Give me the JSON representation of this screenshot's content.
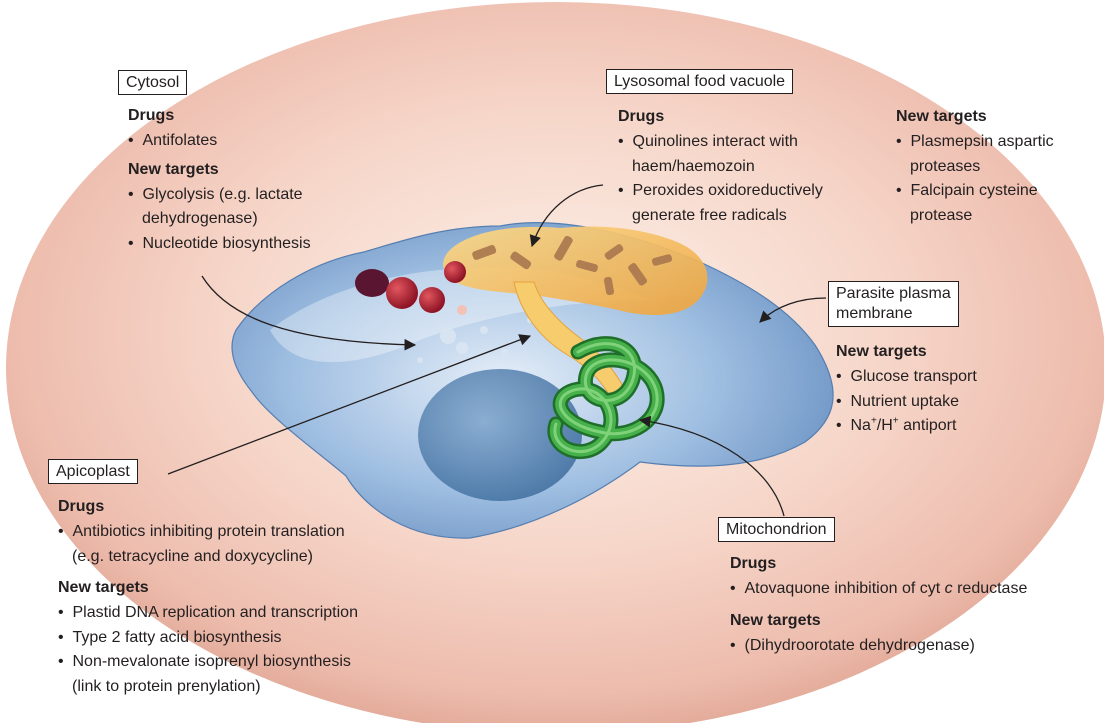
{
  "cytosol": {
    "label": "Cytosol",
    "drugs_heading": "Drugs",
    "drugs": [
      "Antifolates"
    ],
    "targets_heading": "New targets",
    "targets": [
      "Glycolysis (e.g. lactate",
      "dehydrogenase)",
      "Nucleotide biosynthesis"
    ]
  },
  "lysosome": {
    "label": "Lysosomal food vacuole",
    "drugs_heading": "Drugs",
    "drugs": [
      "Quinolines interact with",
      "haem/haemozoin",
      "Peroxides oxidoreductively",
      "generate free radicals"
    ],
    "targets_heading": "New targets",
    "targets": [
      "Plasmepsin aspartic",
      "proteases",
      "Falcipain cysteine",
      "protease"
    ]
  },
  "membrane": {
    "label_line1": "Parasite plasma",
    "label_line2": "membrane",
    "targets_heading": "New targets",
    "targets": [
      "Glucose transport",
      "Nutrient uptake"
    ],
    "antiport_na": "Na",
    "antiport_plus1": "+",
    "antiport_h": "/H",
    "antiport_plus2": "+",
    "antiport_rest": " antiport"
  },
  "apicoplast": {
    "label": "Apicoplast",
    "drugs_heading": "Drugs",
    "drugs": [
      "Antibiotics inhibiting protein translation",
      "(e.g. tetracycline and doxycycline)"
    ],
    "targets_heading": "New targets",
    "targets": [
      "Plastid DNA replication and transcription",
      "Type 2 fatty acid biosynthesis",
      "Non-mevalonate isoprenyl biosynthesis",
      "(link to protein prenylation)"
    ]
  },
  "mitochondrion": {
    "label": "Mitochondrion",
    "drugs_heading": "Drugs",
    "drug_prefix": "Atovaquone inhibition of cyt ",
    "drug_italic": "c",
    "drug_suffix": " reductase",
    "targets_heading": "New targets",
    "targets": [
      "(Dihydroorotate dehydrogenase)"
    ]
  },
  "colors": {
    "cell_background": "#f0c4b6",
    "parasite_body": "#7fa7d4",
    "food_vacuole": "#f2b850",
    "mitochondrion": "#2f9a3a",
    "haemozoin_granules": "#9c1f2c",
    "nucleus": "#4d7fae"
  }
}
